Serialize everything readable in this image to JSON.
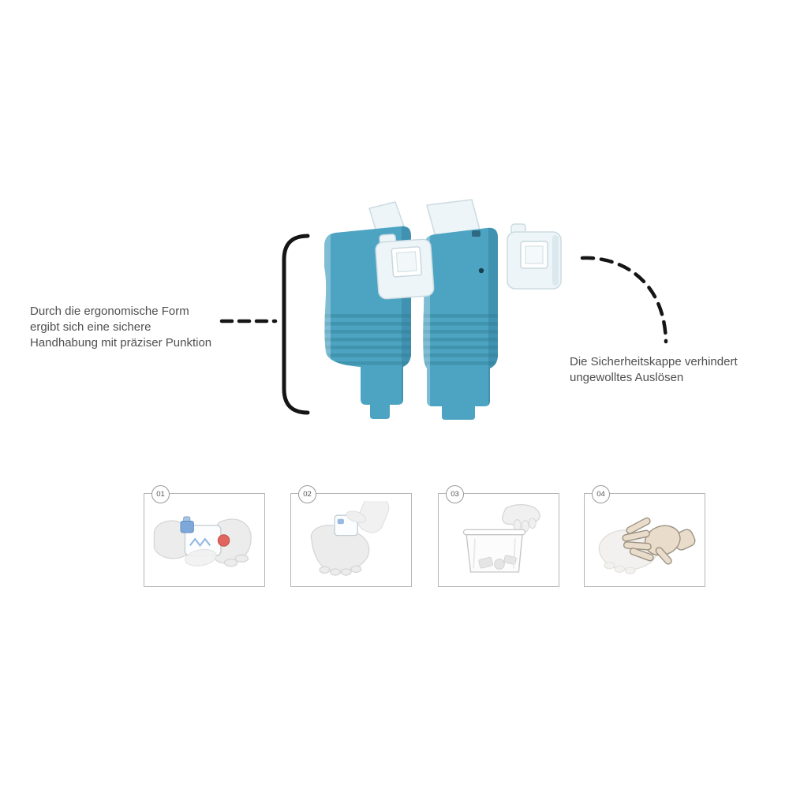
{
  "annotation_left": {
    "line1": "Durch die ergonomische Form",
    "line2": "ergibt sich eine sichere",
    "line3": "Handhabung mit präziser Punktion"
  },
  "annotation_right": {
    "line1": "Die Sicherheitskappe verhindert",
    "line2": "ungewolltes Auslösen"
  },
  "steps": [
    {
      "number": "01"
    },
    {
      "number": "02"
    },
    {
      "number": "03"
    },
    {
      "number": "04"
    }
  ],
  "colors": {
    "device_teal": "#4da4c2",
    "device_teal_dark": "#38869f",
    "device_teal_deep": "#2e7693",
    "cap_light": "#edf5f8",
    "cap_stroke": "#ccdbe1",
    "line_black": "#151515",
    "annotation_text": "#4f4f4f",
    "panel_border": "#b5b5b5",
    "badge_border": "#9a9a9a",
    "badge_text": "#555555",
    "hand_fill": "#ececec",
    "hand_stroke": "#d6d6d6",
    "accent_blue": "#7fa8da",
    "accent_red": "#df655e",
    "skin_fill": "#e9dcca",
    "skin_stroke": "#9b9181"
  }
}
